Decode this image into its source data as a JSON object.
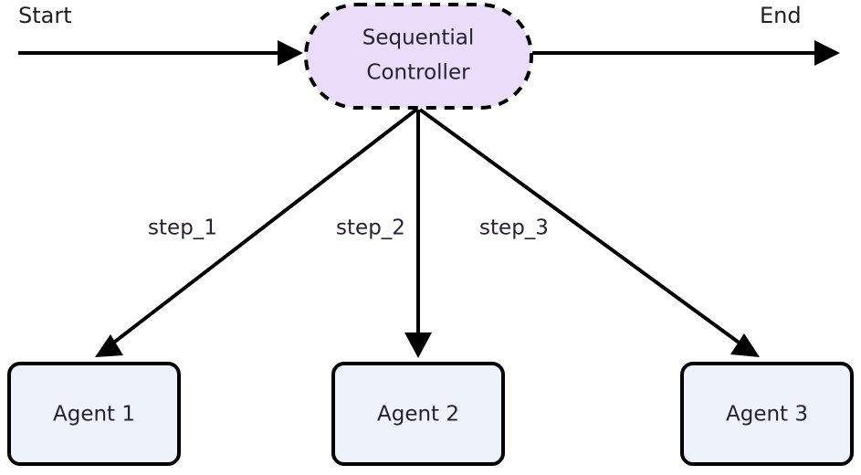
{
  "diagram": {
    "type": "flowchart",
    "orientation": "top-down-fanout",
    "background_color": "#ffffff",
    "terminals": [
      {
        "id": "start",
        "label": "Start"
      },
      {
        "id": "end",
        "label": "End"
      }
    ],
    "controller": {
      "id": "sequential-controller",
      "label_line_1": "Sequential",
      "label_line_2": "Controller",
      "shape": "stadium",
      "border_style": "dashed",
      "fill_color": "#e9ddf9",
      "stroke_color": "#000000",
      "text_color": "#262230"
    },
    "agents": [
      {
        "id": "agent-1",
        "label": "Agent 1",
        "fill_color": "#eef2fb",
        "stroke_color": "#000000"
      },
      {
        "id": "agent-2",
        "label": "Agent 2",
        "fill_color": "#eef2fb",
        "stroke_color": "#000000"
      },
      {
        "id": "agent-3",
        "label": "Agent 3",
        "fill_color": "#eef2fb",
        "stroke_color": "#000000"
      }
    ],
    "edges": [
      {
        "id": "edge-start-controller",
        "label": "",
        "from": "start",
        "to": "sequential-controller"
      },
      {
        "id": "edge-controller-end",
        "label": "",
        "from": "sequential-controller",
        "to": "end"
      },
      {
        "id": "edge-step-1",
        "label": "step_1",
        "from": "sequential-controller",
        "to": "agent-1"
      },
      {
        "id": "edge-step-2",
        "label": "step_2",
        "from": "sequential-controller",
        "to": "agent-2"
      },
      {
        "id": "edge-step-3",
        "label": "step_3",
        "from": "sequential-controller",
        "to": "agent-3"
      }
    ]
  }
}
